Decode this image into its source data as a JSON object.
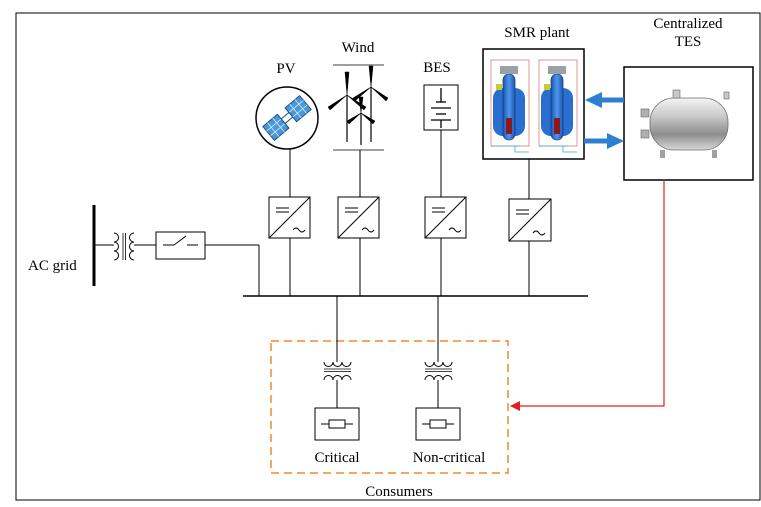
{
  "labels": {
    "pv": "PV",
    "wind": "Wind",
    "bes": "BES",
    "smr": "SMR plant",
    "tes_line1": "Centralized",
    "tes_line2": "TES",
    "ac_grid": "AC grid",
    "critical": "Critical",
    "noncritical": "Non-critical",
    "consumers": "Consumers"
  },
  "colors": {
    "line": "#000000",
    "heat_flow": "#2f7fd0",
    "tes_link": "#e02020",
    "consumer_box": "#f08a30",
    "pv_panel": "#4a98d8",
    "reactor_vessel": "#2a6fd0"
  }
}
